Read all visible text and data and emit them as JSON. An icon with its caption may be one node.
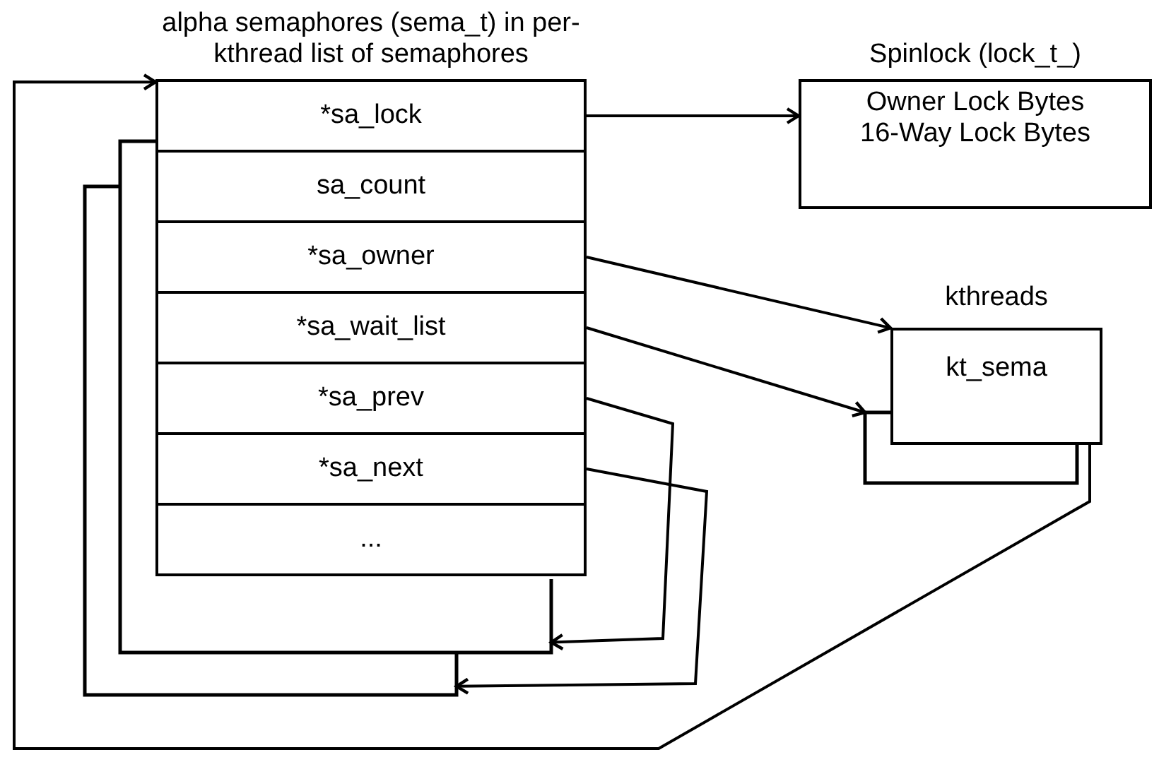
{
  "diagram": {
    "nodes": [
      {
        "text": [
          "alpha semaphores (sema_t) in per-kthread list of semaphores"
        ]
      },
      {
        "text": [
          "*sa_lock"
        ],
        "in": 0
      },
      {
        "text": [
          "sa_count"
        ],
        "in": 0
      },
      {
        "text": [
          "*sa_owner"
        ],
        "in": 0
      },
      {
        "text": [
          "*sa_wait_list"
        ],
        "in": 0
      },
      {
        "text": [
          "*sa_prev"
        ],
        "in": 0
      },
      {
        "text": [
          "*sa_next"
        ],
        "in": 0
      },
      {
        "text": [
          "..."
        ],
        "in": 0
      },
      {
        "text": [],
        "shape": "box"
      },
      {
        "text": [],
        "shape": "box"
      },
      {
        "text": [
          "Spinlock (lock_t_)",
          "Owner Lock Bytes 16-Way Lock Bytes"
        ]
      },
      {
        "text": [
          "kthreads",
          "kt_sema"
        ]
      },
      {
        "text": [],
        "shape": "box"
      }
    ],
    "edges": [
      {
        "from": 1,
        "to": 10,
        "arrow": "to"
      },
      {
        "from": 3,
        "to": 11,
        "arrow": "to"
      },
      {
        "from": 4,
        "to": 12,
        "arrow": "to"
      },
      {
        "from": 5,
        "to": 8,
        "arrow": "to"
      },
      {
        "from": 6,
        "to": 9,
        "arrow": "to"
      },
      {
        "from": 11,
        "to": 0,
        "arrow": "to"
      }
    ]
  }
}
